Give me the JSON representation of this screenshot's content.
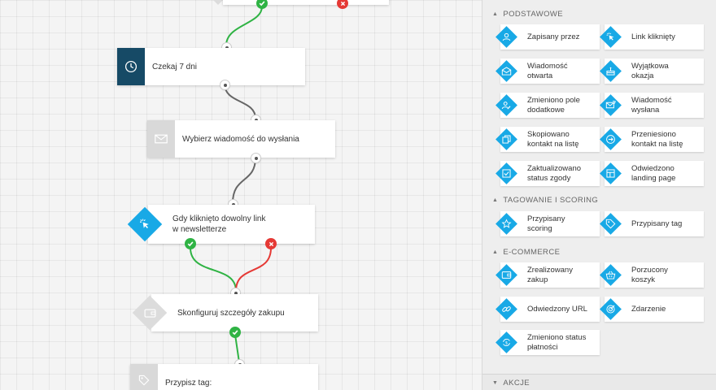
{
  "canvas": {
    "nodes": [
      {
        "id": "wait",
        "label": "Czekaj 7 dni",
        "icon": "clock-icon",
        "color": "#164a66"
      },
      {
        "id": "choose-message",
        "label": "Wybierz wiadomość do wysłania",
        "icon": "envelope-icon",
        "color": "#d9d9d9"
      },
      {
        "id": "link-clicked",
        "label_line1": "Gdy kliknięto dowolny link",
        "label_line2": "w newsletterze",
        "icon": "cursor-click-icon",
        "color": "#18a9e6"
      },
      {
        "id": "purchase",
        "label": "Skonfiguruj szczegóły zakupu",
        "icon": "wallet-icon",
        "color": "#dcdcdc"
      },
      {
        "id": "tag",
        "label": "Przypisz tag:",
        "icon": "tag-icon",
        "color": "#d9d9d9"
      }
    ],
    "colors": {
      "yes": "#2fb344",
      "no": "#e53935",
      "wire": "#666666"
    }
  },
  "palette": {
    "sections": [
      {
        "title": "PODSTAWOWE",
        "items": [
          {
            "l1": "Zapisany przez",
            "l2": "",
            "icon": "user-icon"
          },
          {
            "l1": "Link kliknięty",
            "l2": "",
            "icon": "cursor-click-icon"
          },
          {
            "l1": "Wiadomość",
            "l2": "otwarta",
            "icon": "envelope-open-icon"
          },
          {
            "l1": "Wyjątkowa",
            "l2": "okazja",
            "icon": "cake-icon"
          },
          {
            "l1": "Zmieniono pole",
            "l2": "dodatkowe",
            "icon": "user-edit-icon"
          },
          {
            "l1": "Wiadomość",
            "l2": "wysłana",
            "icon": "envelope-sent-icon"
          },
          {
            "l1": "Skopiowano",
            "l2": "kontakt na listę",
            "icon": "copy-icon"
          },
          {
            "l1": "Przeniesiono",
            "l2": "kontakt na listę",
            "icon": "move-arrow-icon"
          },
          {
            "l1": "Zaktualizowano",
            "l2": "status zgody",
            "icon": "checkbox-icon"
          },
          {
            "l1": "Odwiedzono",
            "l2": "landing page",
            "icon": "layout-icon"
          }
        ]
      },
      {
        "title": "TAGOWANIE I SCORING",
        "items": [
          {
            "l1": "Przypisany",
            "l2": "scoring",
            "icon": "star-icon"
          },
          {
            "l1": "Przypisany tag",
            "l2": "",
            "icon": "tag-icon"
          }
        ]
      },
      {
        "title": "E-COMMERCE",
        "items": [
          {
            "l1": "Zrealizowany",
            "l2": "zakup",
            "icon": "wallet-icon"
          },
          {
            "l1": "Porzucony",
            "l2": "koszyk",
            "icon": "basket-icon"
          },
          {
            "l1": "Odwiedzony URL",
            "l2": "",
            "icon": "link-icon"
          },
          {
            "l1": "Zdarzenie",
            "l2": "",
            "icon": "target-icon"
          },
          {
            "l1": "Zmieniono status",
            "l2": "płatności",
            "icon": "dollar-cycle-icon"
          }
        ]
      }
    ],
    "akcje_title": "AKCJE",
    "accent": "#18a9e6"
  }
}
